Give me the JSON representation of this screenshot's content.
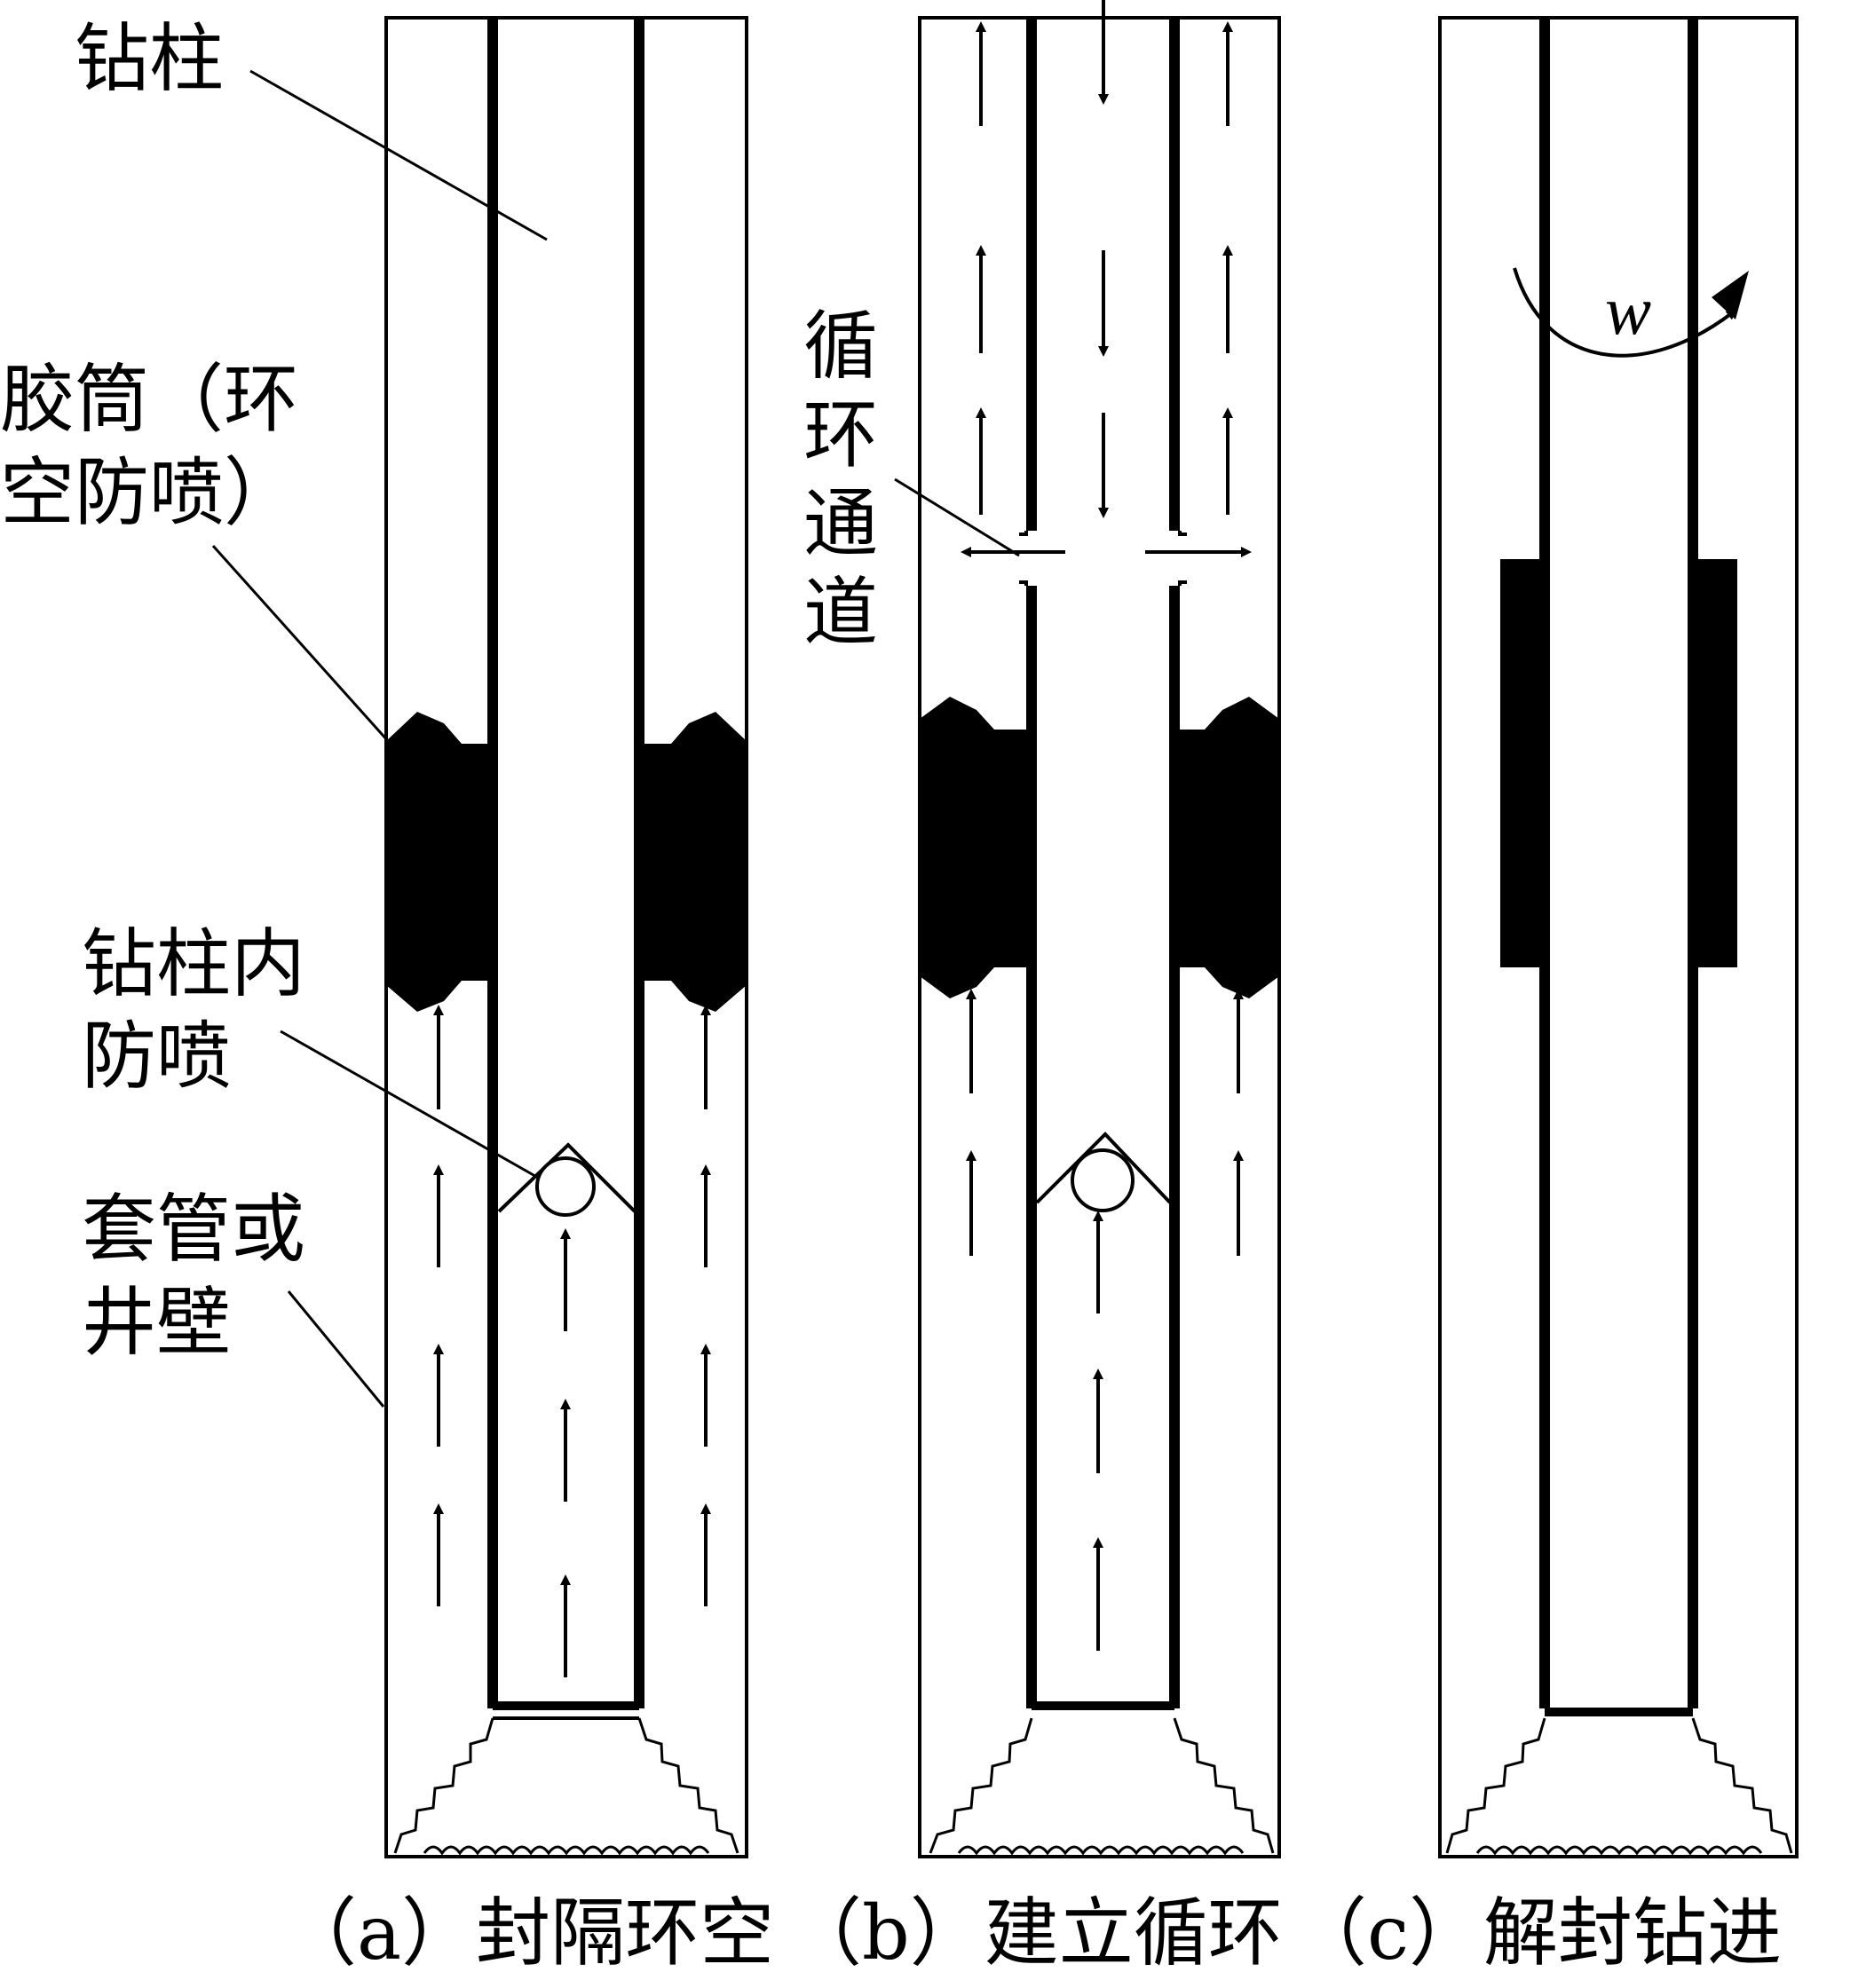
{
  "labels": {
    "drill_string": "钻柱",
    "packer_line1": "胶筒（环",
    "packer_line2": "空防喷）",
    "inner_bop_line1": "钻柱内",
    "inner_bop_line2": "防喷",
    "casing_line1": "套管或",
    "casing_line2": "井壁",
    "circulation_channel": "循环通道",
    "rotation": "w"
  },
  "captions": {
    "a": "（a）封隔环空",
    "b": "（b）建立循环",
    "c": "（c）解封钻进"
  },
  "colors": {
    "ink": "#000000",
    "background": "#ffffff"
  }
}
